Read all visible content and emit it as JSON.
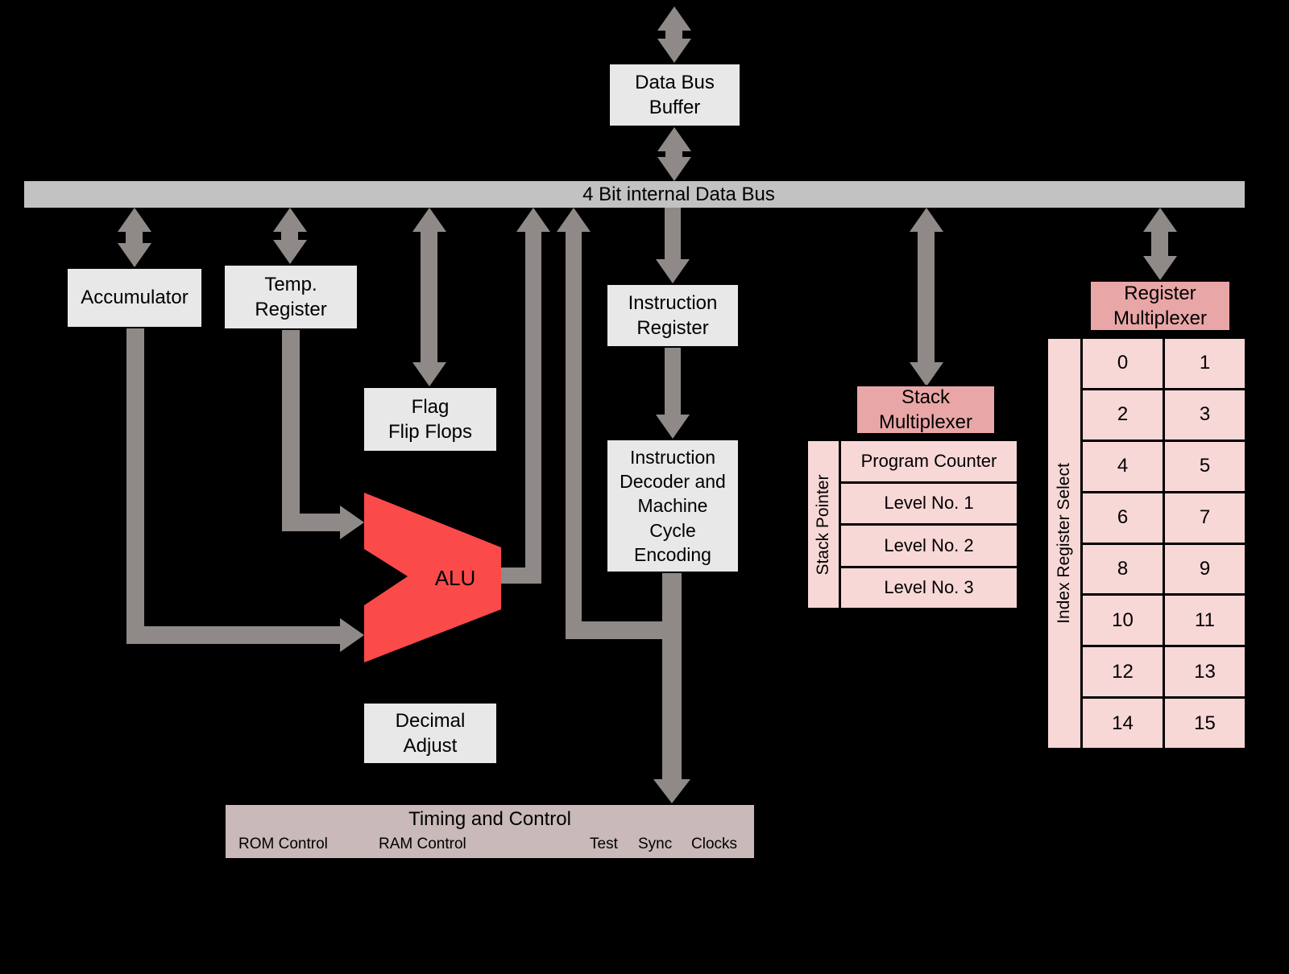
{
  "colors": {
    "background": "#000000",
    "arrow": "#8f8a88",
    "bus": "#c2c2c2",
    "box": "#e8e8e8",
    "alu": "#fb4a4a",
    "pink_header": "#e9a6a6",
    "pink_cell": "#f8d7d7",
    "timing": "#c9b9b9"
  },
  "bus": {
    "label": "4 Bit internal Data Bus"
  },
  "boxes": {
    "data_bus_buffer": "Data Bus\nBuffer",
    "accumulator": "Accumulator",
    "temp_register": "Temp.\nRegister",
    "flag_flip_flops": "Flag\nFlip Flops",
    "alu": "ALU",
    "instruction_register": "Instruction\nRegister",
    "instruction_decoder": "Instruction\nDecoder and\nMachine\nCycle\nEncoding",
    "decimal_adjust": "Decimal\nAdjust"
  },
  "timing": {
    "title": "Timing and Control",
    "signals": [
      "ROM Control",
      "RAM Control",
      "Test",
      "Sync",
      "Clocks"
    ]
  },
  "stack": {
    "multiplexer": "Stack\nMultiplexer",
    "pointer_label": "Stack Pointer",
    "rows": [
      "Program Counter",
      "Level No. 1",
      "Level No. 2",
      "Level No. 3"
    ]
  },
  "registers": {
    "multiplexer": "Register\nMultiplexer",
    "select_label": "Index Register Select",
    "cells": [
      "0",
      "1",
      "2",
      "3",
      "4",
      "5",
      "6",
      "7",
      "8",
      "9",
      "10",
      "11",
      "12",
      "13",
      "14",
      "15"
    ]
  }
}
